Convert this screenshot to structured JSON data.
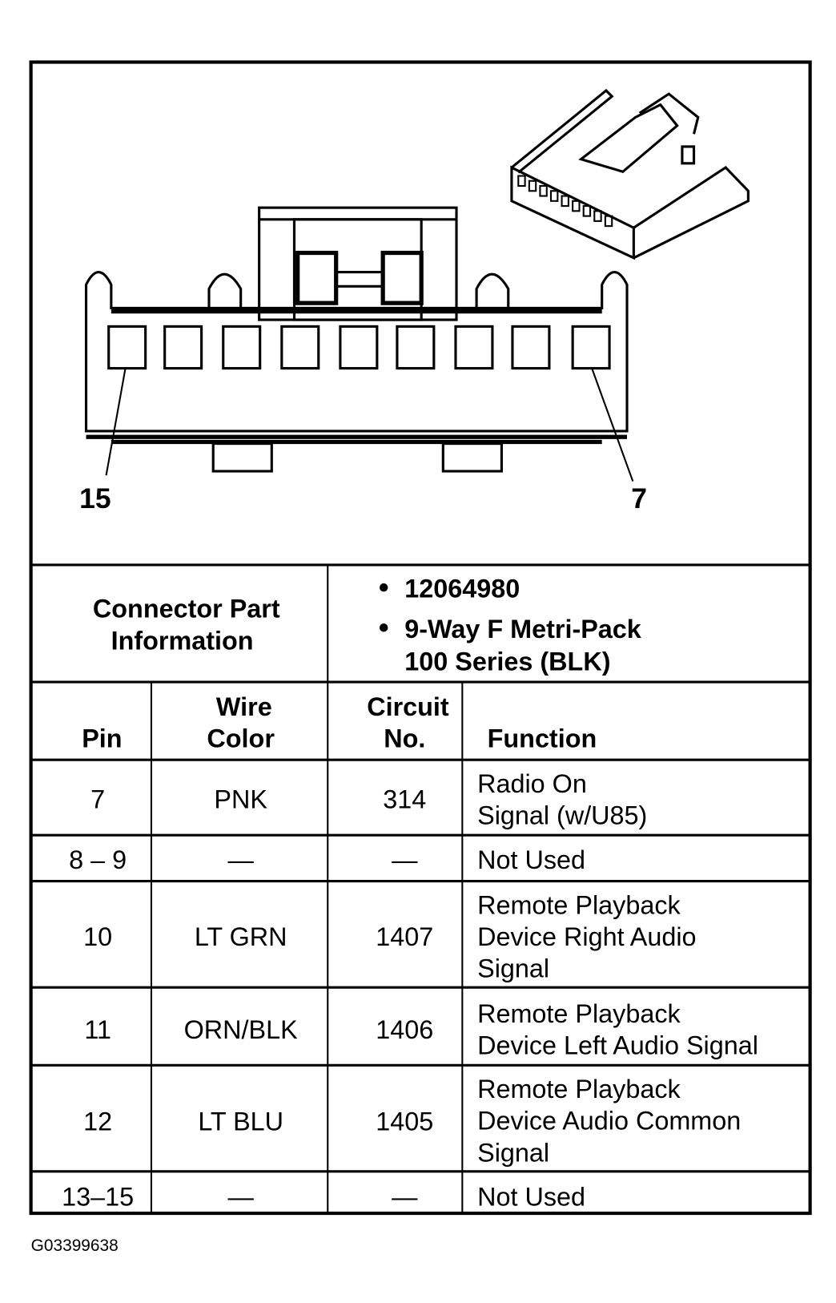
{
  "diagram": {
    "pin_callouts": {
      "left": "15",
      "right": "7"
    },
    "connector_info": {
      "label_line1": "Connector Part",
      "label_line2": "Information",
      "part_number": "12064980",
      "description_line1": "9-Way F Metri-Pack",
      "description_line2": "100 Series (BLK)"
    },
    "table": {
      "headers": {
        "pin": "Pin",
        "wire_color_line1": "Wire",
        "wire_color_line2": "Color",
        "circuit_line1": "Circuit",
        "circuit_line2": "No.",
        "function": "Function"
      },
      "rows": [
        {
          "pin": "7",
          "wire": "PNK",
          "circuit": "314",
          "function": [
            "Radio On",
            "Signal (w/U85)"
          ]
        },
        {
          "pin": "8 – 9",
          "wire": "—",
          "circuit": "—",
          "function": [
            "Not Used"
          ]
        },
        {
          "pin": "10",
          "wire": "LT GRN",
          "circuit": "1407",
          "function": [
            "Remote Playback",
            "Device Right Audio",
            "Signal"
          ]
        },
        {
          "pin": "11",
          "wire": "ORN/BLK",
          "circuit": "1406",
          "function": [
            "Remote Playback",
            "Device Left Audio Signal"
          ]
        },
        {
          "pin": "12",
          "wire": "LT BLU",
          "circuit": "1405",
          "function": [
            "Remote Playback",
            "Device Audio Common",
            "Signal"
          ]
        },
        {
          "pin": "13–15",
          "wire": "—",
          "circuit": "—",
          "function": [
            "Not Used"
          ]
        }
      ]
    },
    "figure_id": "G03399638"
  }
}
